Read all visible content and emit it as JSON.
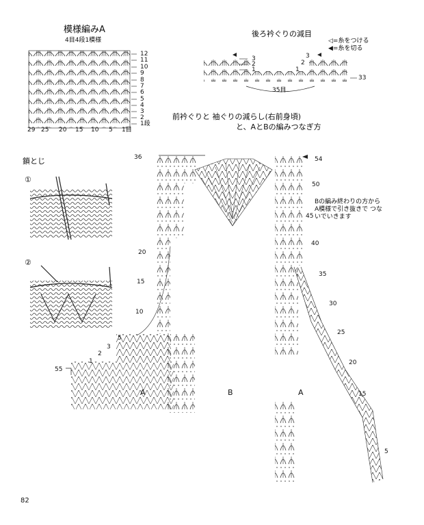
{
  "pattern_a": {
    "title": "模様編みA",
    "subtitle": "4目4段1模様",
    "row_labels": [
      "12",
      "11",
      "10",
      "9",
      "8",
      "7",
      "6",
      "5",
      "4",
      "3",
      "2",
      "1段"
    ],
    "stitch_labels": [
      "29",
      "25",
      "20",
      "15",
      "10",
      "5",
      "1目"
    ]
  },
  "back_neck": {
    "title": "後ろ衿ぐりの減目",
    "legend": [
      "◁=糸をつける",
      "◀=糸を切る"
    ],
    "left_numbers": [
      "3",
      "2",
      "1"
    ],
    "right_numbers": [
      "3",
      "2",
      "1"
    ],
    "row_num": "33",
    "bottom_label": "35目"
  },
  "front": {
    "heading_line1": "前衿ぐりと 袖ぐりの減らし(右前身頃)",
    "heading_line2": "と、AとBの編みつなぎ方",
    "note": "Bの編み終わりの方から A模様で引き抜きで つないでいきます",
    "left_labels": [
      "36",
      "20",
      "15",
      "10",
      "5",
      "3",
      "2",
      "1",
      "55"
    ],
    "right_labels": [
      "54",
      "50",
      "45",
      "40",
      "35",
      "30",
      "25",
      "20",
      "15",
      "5"
    ],
    "section_labels": [
      "A",
      "B",
      "A"
    ]
  },
  "slip": {
    "title": "鎖とじ",
    "step1": "①",
    "step2": "②"
  },
  "page_number": "82"
}
